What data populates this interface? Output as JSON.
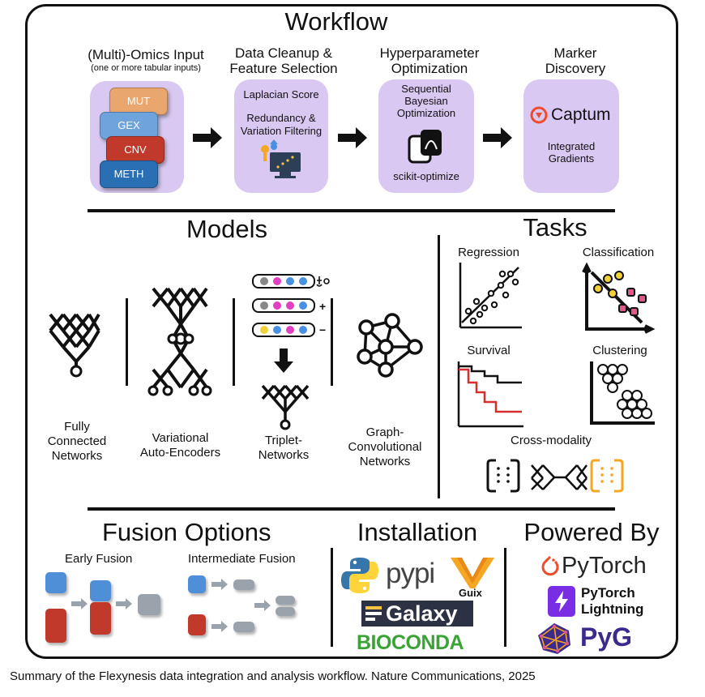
{
  "workflow": {
    "title": "Workflow",
    "steps": [
      {
        "title_line1": "(Multi)-Omics Input",
        "subtitle": "(one or more tabular inputs)"
      },
      {
        "title_line1": "Data Cleanup &",
        "title_line2": "Feature Selection",
        "items": [
          "Laplacian Score",
          "Redundancy &",
          "Variation Filtering"
        ]
      },
      {
        "title_line1": "Hyperparameter",
        "title_line2": "Optimization",
        "items": [
          "Sequential",
          "Bayesian",
          "Optimization"
        ],
        "footer": "scikit-optimize"
      },
      {
        "title_line1": "Marker",
        "title_line2": "Discovery",
        "logo": "Captum",
        "items": [
          "Integrated",
          "Gradients"
        ]
      }
    ],
    "omics": [
      {
        "label": "MUT",
        "color": "#e9a66e"
      },
      {
        "label": "GEX",
        "color": "#6fa3dc"
      },
      {
        "label": "CNV",
        "color": "#c0392b"
      },
      {
        "label": "METH",
        "color": "#2a6fb3"
      }
    ]
  },
  "models": {
    "title": "Models",
    "items": [
      {
        "line1": "Fully",
        "line2": "Connected",
        "line3": "Networks"
      },
      {
        "line1": "Variational",
        "line2": "Auto-Encoders"
      },
      {
        "line1": "Triplet-",
        "line2": "Networks"
      },
      {
        "line1": "Graph-",
        "line2": "Convolutional",
        "line3": "Networks"
      }
    ],
    "triplet_signs": [
      "+",
      "−"
    ]
  },
  "tasks": {
    "title": "Tasks",
    "items": [
      "Regression",
      "Classification",
      "Survival",
      "Clustering",
      "Cross-modality"
    ]
  },
  "fusion": {
    "title": "Fusion Options",
    "early": "Early Fusion",
    "intermediate": "Intermediate Fusion",
    "colors": {
      "blue": "#4f8fd8",
      "red": "#c0392b",
      "gray": "#9aa3ab"
    }
  },
  "installation": {
    "title": "Installation",
    "logos": [
      "pypi",
      "Guix",
      "Galaxy",
      "BIOCONDA"
    ]
  },
  "powered_by": {
    "title": "Powered By",
    "logos": [
      "PyTorch",
      "PyTorch",
      "Lightning",
      "PyG"
    ]
  },
  "caption": "Summary of the Flexynesis data integration and analysis workflow. Nature Communications, 2025"
}
